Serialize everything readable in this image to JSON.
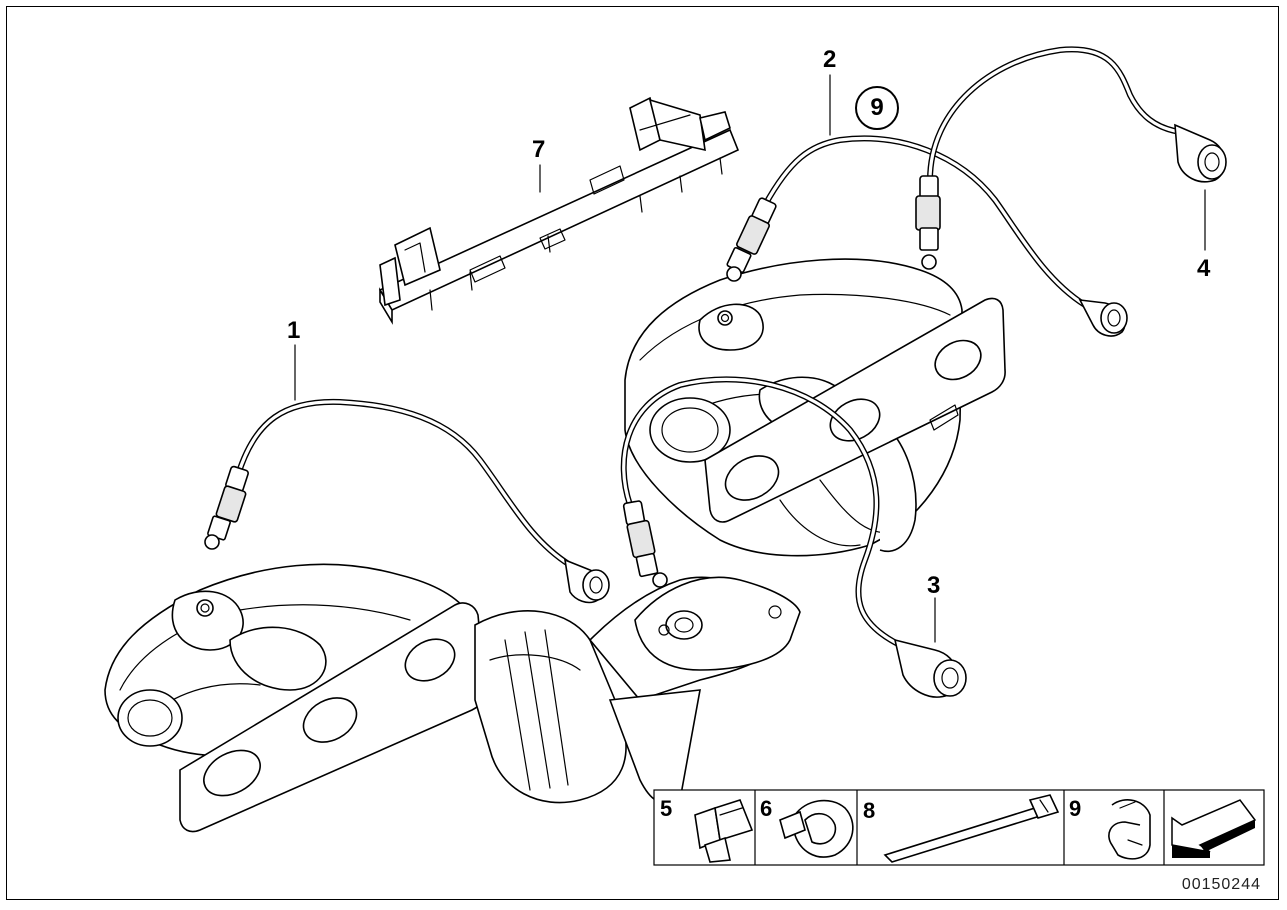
{
  "callouts": {
    "c1": "1",
    "c2": "2",
    "c3": "3",
    "c4": "4",
    "c7": "7",
    "c9_circled": "9"
  },
  "parts_table": {
    "cells": [
      {
        "number": "5"
      },
      {
        "number": "6"
      },
      {
        "number": "8"
      },
      {
        "number": "9"
      }
    ]
  },
  "diagram_id": "00150244"
}
